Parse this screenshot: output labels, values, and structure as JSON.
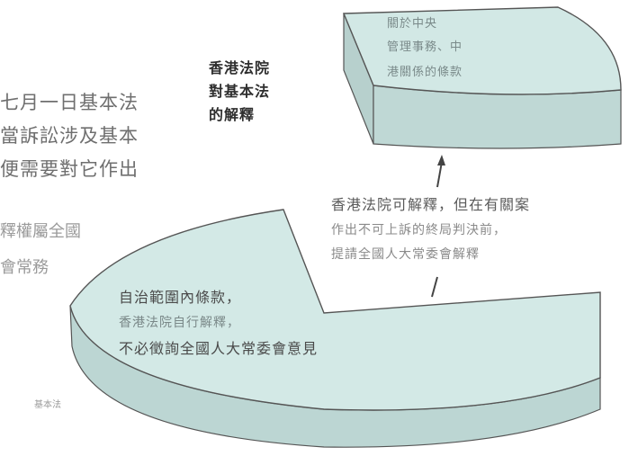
{
  "left_text": {
    "line1_fragment": "七月一日基本法",
    "line2_fragment": "當訴訟涉及基本",
    "line3_fragment": "便需要對它作出",
    "line4_fragment": "釋權屬全國",
    "line5_fragment": "會常務"
  },
  "center_title": {
    "line1": "香港法院",
    "line2": "對基本法",
    "line3": "的解釋"
  },
  "wedge_label": {
    "line1": "關於中央",
    "line2": "管理事務、中",
    "line3": "港關係的條款"
  },
  "note": {
    "line1": "香港法院可解釋，但在有關案",
    "line2": "作出不可上訴的終局判決前，",
    "line3": "提請全國人大常委會解釋"
  },
  "pie_label": {
    "line1": "自治範圍內條款，",
    "line2": "香港法院自行解釋，",
    "line3": "不必徵詢全國人大常委會意見"
  },
  "footer": {
    "text": "基本法"
  },
  "colors": {
    "face": "#cfe6e3",
    "side": "#b9d2cf",
    "outline": "#555555"
  }
}
